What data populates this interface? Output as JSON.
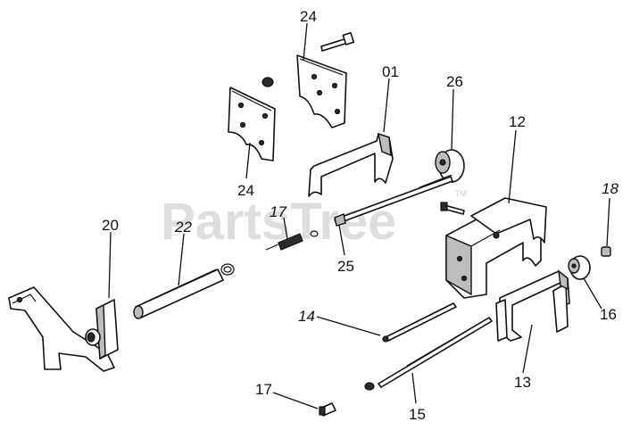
{
  "watermark": {
    "text": "PartsTree",
    "trademark": "TM"
  },
  "labels": {
    "l24a": "24",
    "l24b": "24",
    "l01": "01",
    "l26": "26",
    "l12": "12",
    "l18": "18",
    "l20": "20",
    "l22": "22",
    "l17a": "17",
    "l25": "25",
    "l14": "14",
    "l16": "16",
    "l13": "13",
    "l17b": "17",
    "l15": "15"
  }
}
